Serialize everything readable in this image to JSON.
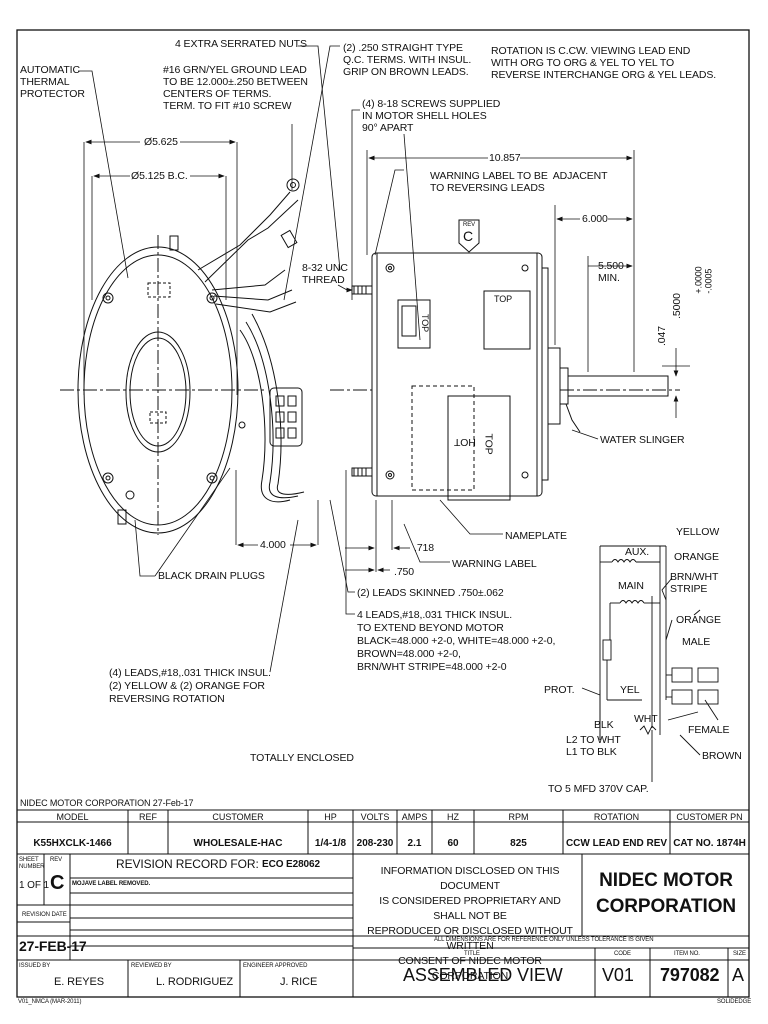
{
  "notes": {
    "thermal": "AUTOMATIC\nTHERMAL\nPROTECTOR",
    "nuts": "4 EXTRA SERRATED NUTS",
    "ground": "#16 GRN/YEL GROUND LEAD\nTO BE 12.000±.250 BETWEEN\nCENTERS OF TERMS.\nTERM. TO FIT #10 SCREW",
    "qc": "(2) .250 STRAIGHT TYPE\nQ.C. TERMS. WITH INSUL.\nGRIP ON BROWN LEADS.",
    "screws": "(4) 8-18 SCREWS SUPPLIED\nIN MOTOR SHELL HOLES\n90° APART",
    "rotation": "ROTATION IS C.CW. VIEWING LEAD END\nWITH ORG TO ORG & YEL TO YEL TO\nREVERSE INTERCHANGE ORG & YEL LEADS.",
    "warning_adjacent": "WARNING LABEL TO BE  ADJACENT\nTO REVERSING LEADS",
    "unc": "8-32 UNC\nTHREAD",
    "water_slinger": "WATER SLINGER",
    "nameplate": "NAMEPLATE",
    "warning_label": "WARNING LABEL",
    "drain": "BLACK DRAIN PLUGS",
    "leads_skinned": "(2) LEADS SKINNED .750±.062",
    "four_leads": "4 LEADS,#18,.031 THICK INSUL.\nTO EXTEND BEYOND MOTOR\nBLACK=48.000 +2-0, WHITE=48.000 +2-0,\nBROWN=48.000 +2-0,\nBRN/WHT STRIPE=48.000 +2-0",
    "reversing_leads": "(4) LEADS,#18,.031 THICK INSUL.\n(2) YELLOW & (2) ORANGE FOR\nREVERSING ROTATION",
    "enclosed": "TOTALLY ENCLOSED",
    "top1": "TOP",
    "top2": "TOP",
    "top3": "TOP",
    "hot": "HOT",
    "rev_badge_label": "REV",
    "rev_badge_value": "C"
  },
  "dimensions": {
    "d1": "Ø5.625",
    "d2": "Ø5.125 B.C.",
    "d3": "10.857",
    "d4": "6.000",
    "d5": "5.500\nMIN.",
    "d6": ".047",
    "d7": ".5000",
    "d8": "+.0000\n-.0005",
    "d9": "4.000",
    "d10": ".718",
    "d11": ".750"
  },
  "wiring": {
    "yellow": "YELLOW",
    "aux": "AUX.",
    "orange1": "ORANGE",
    "main": "MAIN",
    "brnwht": "BRN/WHT\nSTRIPE",
    "orange2": "ORANGE",
    "male": "MALE",
    "prot": "PROT.",
    "yel": "YEL",
    "blk": "BLK",
    "wht": "WHT",
    "l2": "L2 TO WHT",
    "l1": "L1 TO BLK",
    "female": "FEMALE",
    "brown": "BROWN",
    "cap": "TO 5 MFD 370V CAP."
  },
  "title_block": {
    "company_date": "NIDEC MOTOR CORPORATION 27-Feb-17",
    "headers": [
      "MODEL",
      "REF",
      "CUSTOMER",
      "HP",
      "VOLTS",
      "AMPS",
      "HZ",
      "RPM",
      "ROTATION",
      "CUSTOMER PN"
    ],
    "values": [
      "K55HXCLK-1466",
      "",
      "WHOLESALE-HAC",
      "1/4-1/8",
      "208-230",
      "2.1",
      "60",
      "825",
      "CCW LEAD END REV",
      "CAT NO. 1874H"
    ],
    "sheet_number_label": "SHEET\nNUMBER",
    "sheet_value": "1 OF 1",
    "rev_label": "REV",
    "rev_value": "C",
    "revision_record": "REVISION RECORD FOR:",
    "eco": "ECO E28062",
    "revision_note": "MOJAVE LABEL REMOVED.",
    "revision_date_label": "REVISION DATE",
    "revision_date": "27-FEB-17",
    "disclosure": "INFORMATION DISCLOSED ON THIS DOCUMENT\nIS CONSIDERED PROPRIETARY AND SHALL NOT BE\nREPRODUCED OR DISCLOSED WITHOUT WRITTEN\nCONSENT OF NIDEC MOTOR CORPORATION",
    "company": "NIDEC MOTOR\nCORPORATION",
    "dims_note": "ALL DIMENSIONS ARE FOR REFERENCE ONLY UNLESS TOLERANCE IS GIVEN",
    "issued_by_label": "ISSUED BY",
    "issued_by": "E. REYES",
    "reviewed_by_label": "REVIEWED BY",
    "reviewed_by": "L. RODRIGUEZ",
    "engineer_label": "ENGINEER APPROVED",
    "engineer": "J. RICE",
    "title_label": "TITLE",
    "title": "ASSEMBLED VIEW",
    "code_label": "CODE",
    "code": "V01",
    "item_label": "ITEM NO.",
    "item": "797082",
    "size_label": "SIZE",
    "size": "A",
    "form": "V01_NMCA (MAR-2011)",
    "software": "SOLIDEDGE"
  }
}
